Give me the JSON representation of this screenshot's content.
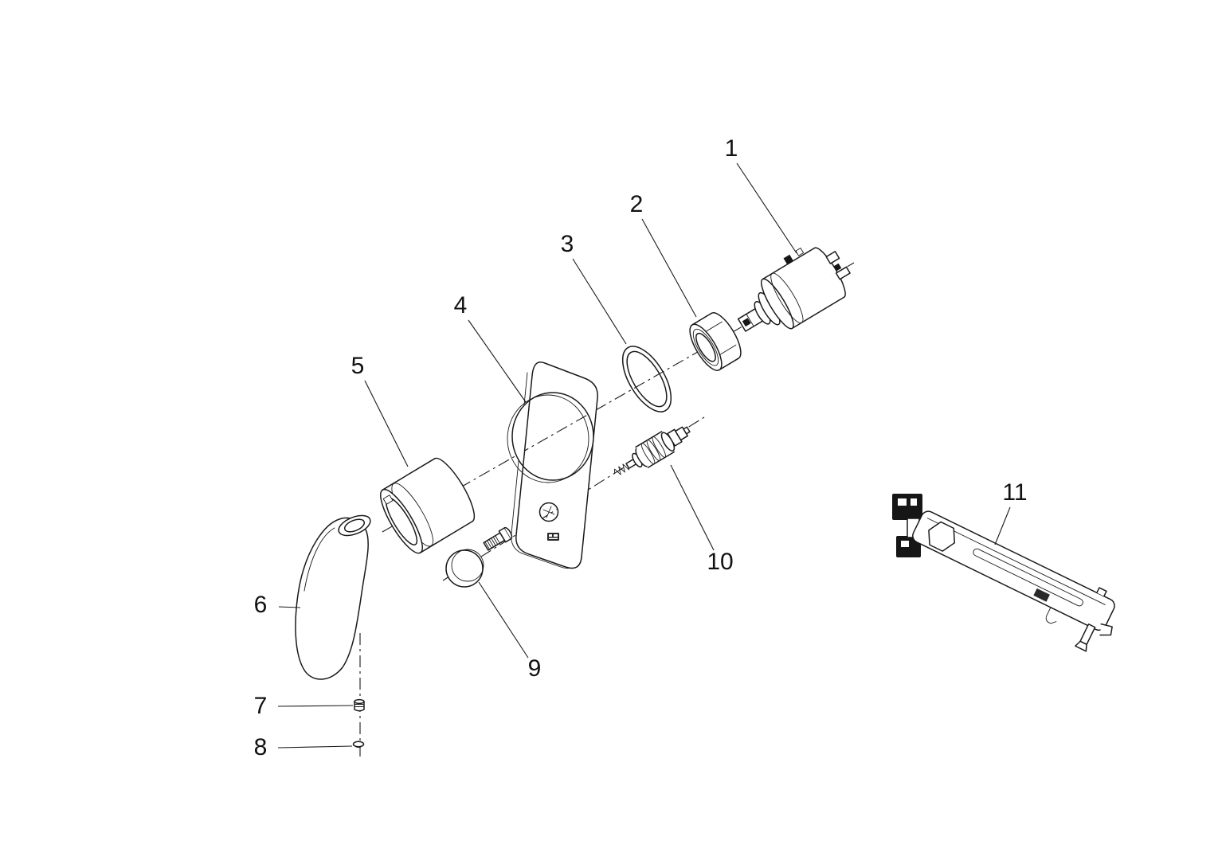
{
  "diagram": {
    "figure_type": "exploded-view parts diagram",
    "background_color": "#ffffff",
    "line_color": "#1a1a1a",
    "callouts": [
      {
        "number": "1",
        "part": "cartridge"
      },
      {
        "number": "2",
        "part": "cartridge-ring-nut"
      },
      {
        "number": "3",
        "part": "o-ring-seal"
      },
      {
        "number": "4",
        "part": "escutcheon-plate"
      },
      {
        "number": "5",
        "part": "handle-sleeve"
      },
      {
        "number": "6",
        "part": "lever-handle"
      },
      {
        "number": "7",
        "part": "set-screw"
      },
      {
        "number": "8",
        "part": "cover-plug"
      },
      {
        "number": "9",
        "part": "button-with-screw"
      },
      {
        "number": "10",
        "part": "check-valve-cartridge"
      },
      {
        "number": "11",
        "part": "mounting-tool"
      }
    ]
  }
}
